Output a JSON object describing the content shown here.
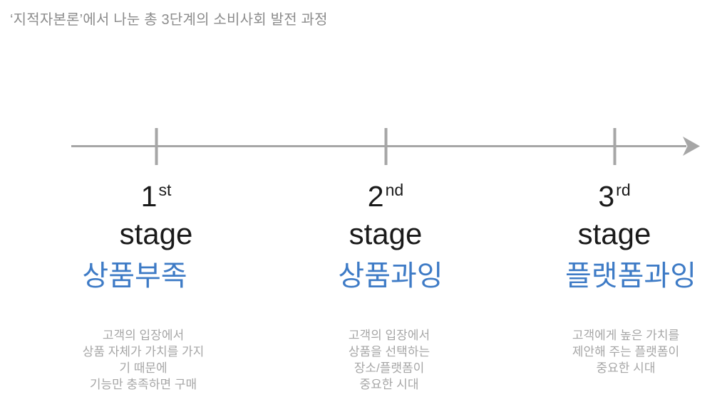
{
  "colors": {
    "accent_blue": "#3E7BC6",
    "heading_black": "#1A1A1A",
    "title_gray": "#8C8C8C",
    "body_gray": "#A6A6A6",
    "line_gray": "#A6A6A6",
    "background": "#FFFFFF"
  },
  "title": "‘지적자본론’에서 나눈 총 3단계의 소비사회 발전 과정",
  "stages": [
    {
      "ordinal": "1",
      "ordinal_suffix": "st",
      "stage_word": "stage",
      "label": "상품부족",
      "description_lines": [
        "고객의 입장에서",
        "상품 자체가 가치를 가지",
        "기 때문에",
        "기능만 충족하면 구매"
      ]
    },
    {
      "ordinal": "2",
      "ordinal_suffix": "nd",
      "stage_word": "stage",
      "label": "상품과잉",
      "description_lines": [
        "고객의 입장에서",
        "상품을 선택하는",
        "장소/플랫폼이",
        "중요한 시대"
      ]
    },
    {
      "ordinal": "3",
      "ordinal_suffix": "rd",
      "stage_word": "stage",
      "label": "플랫폼과잉",
      "description_lines": [
        "고객에게 높은 가치를",
        "제안해 주는 플랫폼이",
        "중요한 시대"
      ]
    }
  ]
}
